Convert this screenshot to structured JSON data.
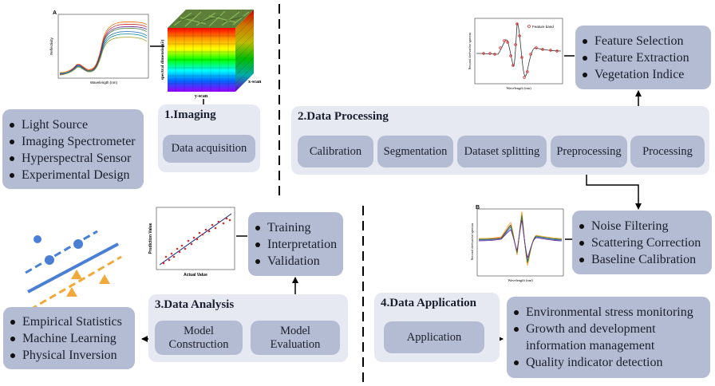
{
  "imaging": {
    "title": "1.Imaging",
    "step": "Data acquisition",
    "bullets": [
      "Light Source",
      "Imaging Spectrometer",
      "Hyperspectral Sensor",
      "Experimental Design"
    ],
    "chart_label": "A",
    "chart_xlabel": "Wavelength (nm)",
    "chart_ylabel": "Reflectivity",
    "cube_axis_spectral": "spectral dimension(λ)",
    "cube_axis_x": "x-scan",
    "cube_axis_y": "y-scan"
  },
  "processing": {
    "title": "2.Data Processing",
    "steps": [
      "Calibration",
      "Segmentation",
      "Dataset splitting",
      "Preprocessing",
      "Processing"
    ],
    "feature_bullets": [
      "Feature Selection",
      "Feature Extraction",
      "Vegetation Indice"
    ],
    "preprocess_bullets": [
      "Noise Filtering",
      "Scattering Correction",
      "Baseline Calibration"
    ],
    "feature_chart_legend": "Feature band",
    "feature_chart_ylabel": "Second derivative spectra",
    "feature_chart_xlabel": "Wavelength (nm)",
    "preprocess_chart_label": "B",
    "preprocess_chart_ylabel": "Second derivative spectra",
    "preprocess_chart_xlabel": "Wavelength (nm)"
  },
  "analysis": {
    "title": "3.Data Analysis",
    "steps": [
      "Model\nConstruction",
      "Model\nEvaluation"
    ],
    "eval_bullets": [
      "Training",
      "Interpretation",
      "Validation"
    ],
    "method_bullets": [
      "Empirical Statistics",
      "Machine Learning",
      "Physical Inversion"
    ],
    "scatter_xlabel": "Actual Value",
    "scatter_ylabel": "Prediction Value"
  },
  "application": {
    "title": "4.Data Application",
    "step": "Application",
    "bullets": [
      "Environmental stress monitoring",
      "Growth and development information management",
      "Quality indicator detection"
    ]
  },
  "colors": {
    "panel": "#e6e9f2",
    "box": "#b4bcd3",
    "ml_blue": "#4a7fd6",
    "ml_orange": "#f2a93b"
  }
}
